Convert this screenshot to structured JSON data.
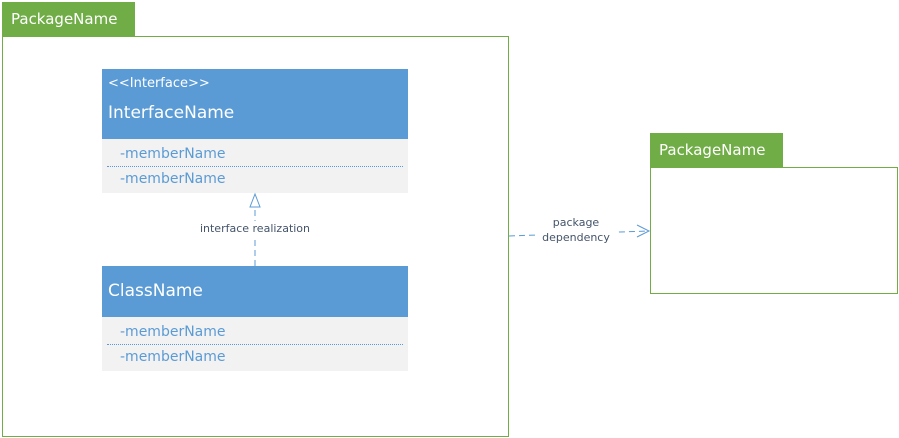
{
  "packages": [
    {
      "name": "PackageName"
    },
    {
      "name": "PackageName"
    }
  ],
  "interface": {
    "stereotype": "<<Interface>>",
    "name": "InterfaceName",
    "members": [
      "-memberName",
      "-memberName"
    ]
  },
  "class": {
    "name": "ClassName",
    "members": [
      "-memberName",
      "-memberName"
    ]
  },
  "edges": {
    "realization_label": "interface realization",
    "dependency_label_line1": "package",
    "dependency_label_line2": "dependency"
  },
  "colors": {
    "package": "#70ad47",
    "class_header": "#5b9bd5",
    "class_body": "#f2f2f2",
    "connector": "#5b9bd5"
  }
}
